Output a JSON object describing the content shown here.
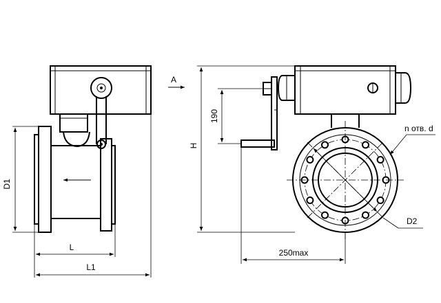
{
  "labels": {
    "D1": "D1",
    "L": "L",
    "L1": "L1",
    "H": "H",
    "h190": "190",
    "A": "A",
    "holes": "n отв. d",
    "D2": "D2",
    "max250": "250max"
  },
  "bolt_hole_count": 12
}
